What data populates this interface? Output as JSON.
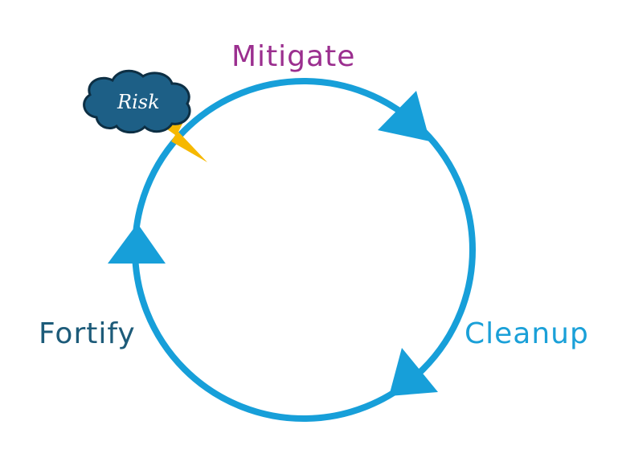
{
  "stages": {
    "mitigate": "Mitigate",
    "cleanup": "Cleanup",
    "fortify": "Fortify"
  },
  "risk": {
    "label": "Risk"
  },
  "colors": {
    "cycle": "#179fd9",
    "mitigate": "#9b2f8f",
    "cleanup": "#1aa0d8",
    "fortify": "#1d5b79",
    "cloud_fill": "#1d5f86",
    "cloud_stroke": "#0d2f44",
    "lightning": "#f6b800"
  },
  "icons": [
    "risk-cloud-icon",
    "lightning-bolt-icon",
    "cycle-arrow-icon"
  ]
}
